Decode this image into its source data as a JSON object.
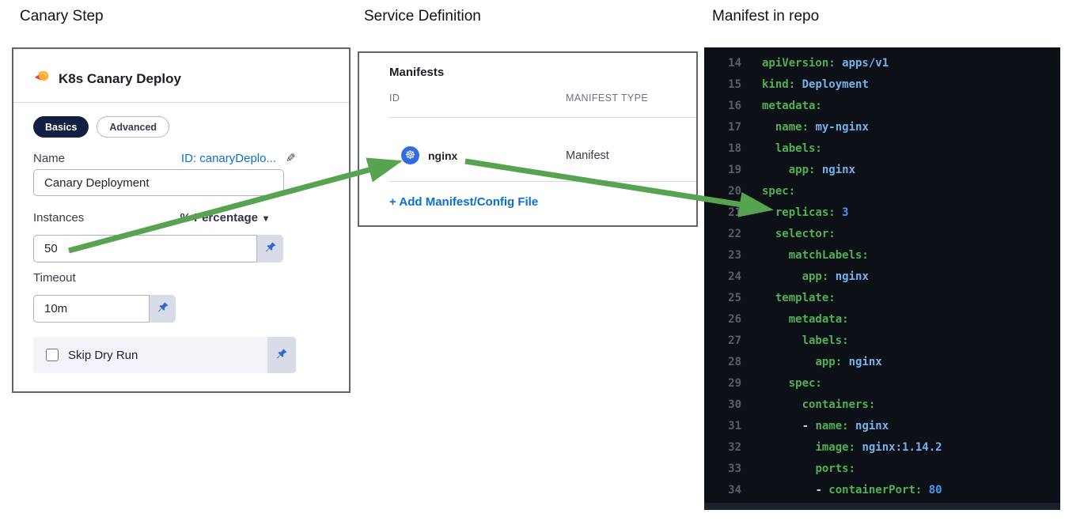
{
  "sections": {
    "canary_title": "Canary Step",
    "service_title": "Service Definition",
    "manifest_title": "Manifest in repo"
  },
  "canary_step": {
    "header_title": "K8s Canary Deploy",
    "tabs": [
      {
        "label": "Basics",
        "active": true
      },
      {
        "label": "Advanced",
        "active": false
      }
    ],
    "name_field": {
      "label": "Name",
      "id_label": "ID: canaryDeplo...",
      "value": "Canary Deployment"
    },
    "instances_field": {
      "label": "Instances",
      "unit_dropdown": "% Percentage",
      "caret": "▾",
      "value": "50"
    },
    "timeout_field": {
      "label": "Timeout",
      "value": "10m"
    },
    "skip_dry_run": {
      "label": "Skip Dry Run",
      "checked": false
    }
  },
  "service_definition": {
    "heading": "Manifests",
    "columns": [
      "ID",
      "MANIFEST TYPE"
    ],
    "rows": [
      {
        "id": "nginx",
        "type": "Manifest",
        "icon": "kubernetes"
      }
    ],
    "add_link": "+ Add Manifest/Config File",
    "k8s_glyph": "☸"
  },
  "manifest_repo": {
    "lines": [
      {
        "n": "14",
        "toks": [
          [
            "key",
            "apiVersion:"
          ],
          [
            "val",
            " apps/v1"
          ]
        ]
      },
      {
        "n": "15",
        "toks": [
          [
            "key",
            "kind:"
          ],
          [
            "val",
            " Deployment"
          ]
        ]
      },
      {
        "n": "16",
        "toks": [
          [
            "key",
            "metadata:"
          ]
        ]
      },
      {
        "n": "17",
        "toks": [
          [
            "plain",
            "  "
          ],
          [
            "key",
            "name:"
          ],
          [
            "val",
            " my-nginx"
          ]
        ]
      },
      {
        "n": "18",
        "toks": [
          [
            "plain",
            "  "
          ],
          [
            "key",
            "labels:"
          ]
        ]
      },
      {
        "n": "19",
        "toks": [
          [
            "plain",
            "    "
          ],
          [
            "key",
            "app:"
          ],
          [
            "val",
            " nginx"
          ]
        ]
      },
      {
        "n": "20",
        "toks": [
          [
            "key",
            "spec:"
          ]
        ]
      },
      {
        "n": "21",
        "toks": [
          [
            "plain",
            "  "
          ],
          [
            "key",
            "replicas:"
          ],
          [
            "num",
            " 3"
          ]
        ]
      },
      {
        "n": "22",
        "toks": [
          [
            "plain",
            "  "
          ],
          [
            "key",
            "selector:"
          ]
        ]
      },
      {
        "n": "23",
        "toks": [
          [
            "plain",
            "    "
          ],
          [
            "key",
            "matchLabels:"
          ]
        ]
      },
      {
        "n": "24",
        "toks": [
          [
            "plain",
            "      "
          ],
          [
            "key",
            "app:"
          ],
          [
            "val",
            " nginx"
          ]
        ]
      },
      {
        "n": "25",
        "toks": [
          [
            "plain",
            "  "
          ],
          [
            "key",
            "template:"
          ]
        ]
      },
      {
        "n": "26",
        "toks": [
          [
            "plain",
            "    "
          ],
          [
            "key",
            "metadata:"
          ]
        ]
      },
      {
        "n": "27",
        "toks": [
          [
            "plain",
            "      "
          ],
          [
            "key",
            "labels:"
          ]
        ]
      },
      {
        "n": "28",
        "toks": [
          [
            "plain",
            "        "
          ],
          [
            "key",
            "app:"
          ],
          [
            "val",
            " nginx"
          ]
        ]
      },
      {
        "n": "29",
        "toks": [
          [
            "plain",
            "    "
          ],
          [
            "key",
            "spec:"
          ]
        ]
      },
      {
        "n": "30",
        "toks": [
          [
            "plain",
            "      "
          ],
          [
            "key",
            "containers:"
          ]
        ]
      },
      {
        "n": "31",
        "toks": [
          [
            "plain",
            "      "
          ],
          [
            "dash",
            "- "
          ],
          [
            "key",
            "name:"
          ],
          [
            "val",
            " nginx"
          ]
        ]
      },
      {
        "n": "32",
        "toks": [
          [
            "plain",
            "        "
          ],
          [
            "key",
            "image:"
          ],
          [
            "val",
            " nginx:1.14.2"
          ]
        ]
      },
      {
        "n": "33",
        "toks": [
          [
            "plain",
            "        "
          ],
          [
            "key",
            "ports:"
          ]
        ]
      },
      {
        "n": "34",
        "toks": [
          [
            "plain",
            "        "
          ],
          [
            "dash",
            "- "
          ],
          [
            "key",
            "containerPort:"
          ],
          [
            "num",
            " 80"
          ]
        ]
      }
    ]
  },
  "colors": {
    "arrow_green": "#57a34f",
    "link_blue": "#0b6fd1",
    "kubernetes_blue": "#326ce5",
    "pill_navy": "#121f42",
    "code_bg": "#0d1117",
    "code_key_green": "#4fb153",
    "code_value_blue": "#74b2ec",
    "code_number_blue": "#429af0"
  }
}
